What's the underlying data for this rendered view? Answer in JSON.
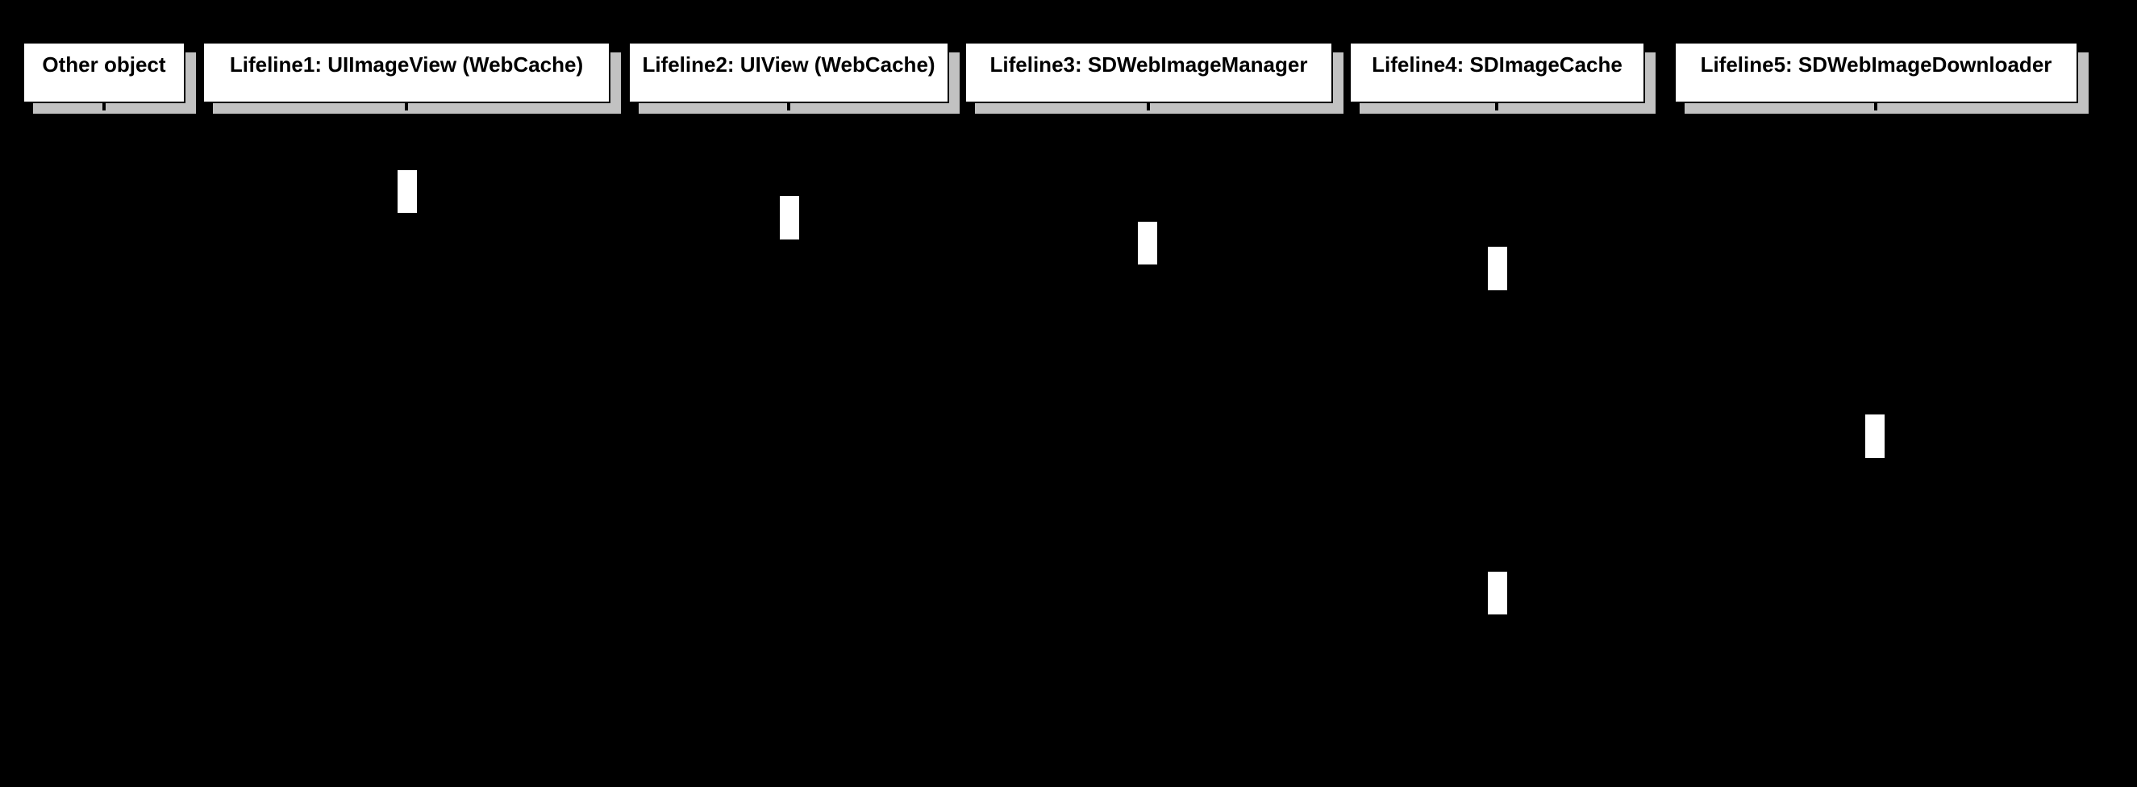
{
  "diagram": {
    "type": "uml-sequence-diagram",
    "colors": {
      "background": "#000000",
      "lifeline_head_fill": "#ffffff",
      "lifeline_head_border": "#000000",
      "drop_shadow": "#c2c2c2",
      "activation_fill": "#ffffff"
    },
    "lifelines": [
      {
        "label": "Other object"
      },
      {
        "label": "Lifeline1: UIImageView (WebCache)"
      },
      {
        "label": "Lifeline2: UIView (WebCache)"
      },
      {
        "label": "Lifeline3: SDWebImageManager"
      },
      {
        "label": "Lifeline4: SDImageCache"
      },
      {
        "label": "Lifeline5: SDWebImageDownloader"
      }
    ],
    "activations": [
      {
        "lifeline": "Lifeline1: UIImageView (WebCache)"
      },
      {
        "lifeline": "Lifeline2: UIView (WebCache)"
      },
      {
        "lifeline": "Lifeline3: SDWebImageManager"
      },
      {
        "lifeline": "Lifeline4: SDImageCache"
      },
      {
        "lifeline": "Lifeline5: SDWebImageDownloader"
      },
      {
        "lifeline": "Lifeline4: SDImageCache"
      }
    ]
  }
}
